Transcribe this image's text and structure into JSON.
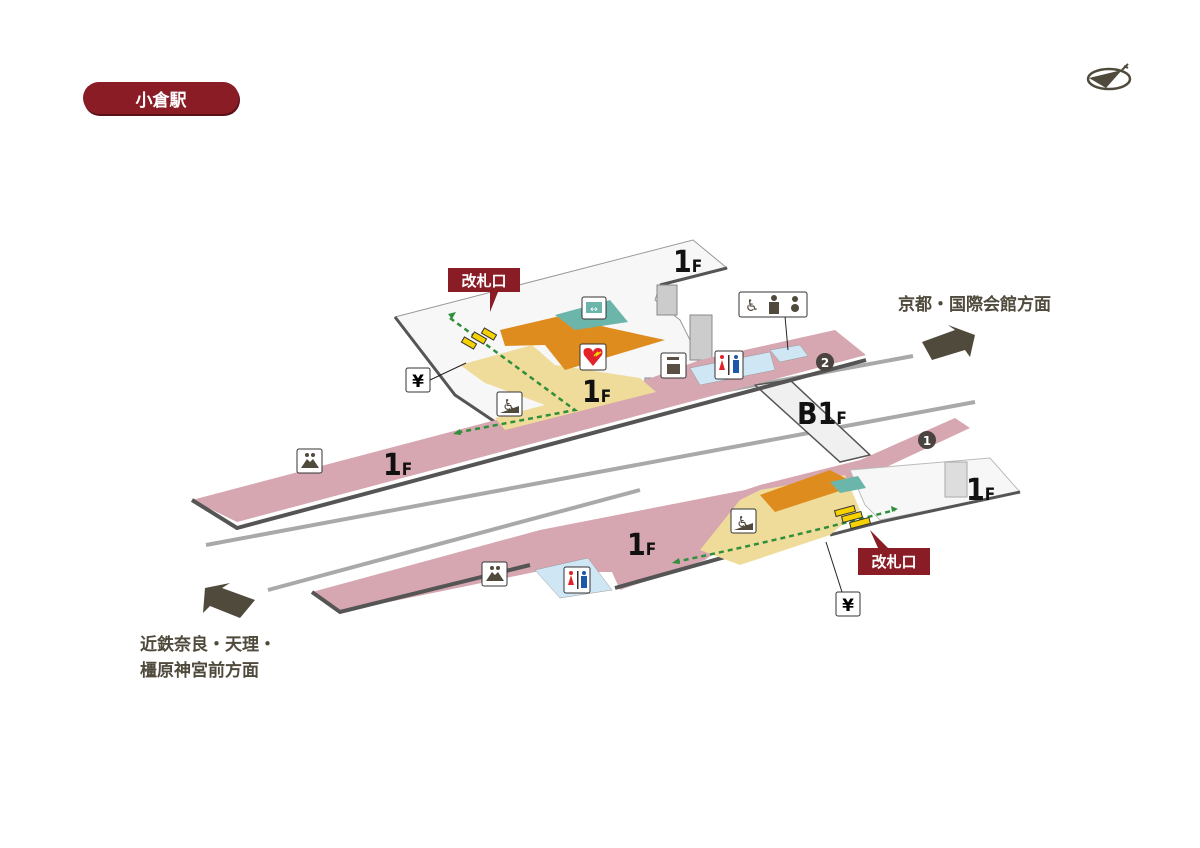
{
  "station_name": "小倉駅",
  "directions": {
    "north": "京都・国際会館方面",
    "south_line1": "近鉄奈良・天理・",
    "south_line2": "橿原神宮前方面"
  },
  "floors": {
    "upper_concourse": "1",
    "upper_platform_area": "1",
    "upper_platform": "1",
    "lower_platform": "1",
    "lower_concourse": "1",
    "basement": "B1",
    "suffix": "F"
  },
  "ticket_gates": {
    "north": "改札口",
    "south": "改札口"
  },
  "exits": {
    "exit1": "1",
    "exit2": "2"
  },
  "icons": {
    "yen": "¥",
    "elevator": "elevator-icon",
    "aed": "aed-icon",
    "coin_locker": "coin-locker-icon",
    "restroom": "restroom-icon",
    "wheelchair_ramp": "wheelchair-ramp-icon",
    "accessible_facilities": "multipurpose-restroom-icon",
    "waiting_bench": "bench-icon",
    "logo": "railway-logo"
  },
  "colors": {
    "brand": "#8a1c25",
    "platform": "#d6a7b0",
    "concourse": "#efdc9b",
    "shops": "#df8c1e",
    "elevator_area": "#6bb5ab",
    "restroom_area": "#cfe6f5",
    "arrow": "#4f4a3c",
    "route": "#2f8f3a"
  }
}
